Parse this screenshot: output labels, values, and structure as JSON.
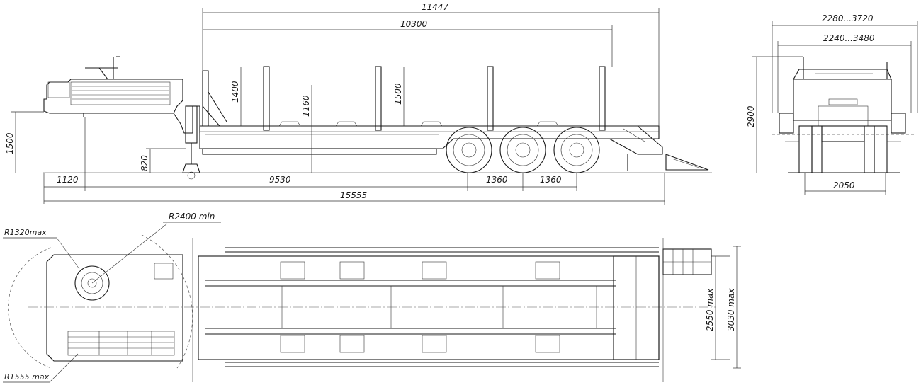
{
  "dimensions": {
    "overall_top": "11447",
    "deck_length": "10300",
    "deck_stake_height": "1400",
    "main_stake_height": "1160",
    "rear_stake_height": "1500",
    "front_height": "1500",
    "fifth_wheel_height": "820",
    "front_overhang": "1120",
    "kingpin_to_axle": "9530",
    "axle_spacing_1": "1360",
    "axle_spacing_2": "1360",
    "overall_length": "15555",
    "width_outer": "2280...3720",
    "width_inner": "2240...3480",
    "overall_height": "2900",
    "track_width": "2050",
    "turn_radius": "R2400 min",
    "front_radius": "R1320max",
    "rear_radius": "R1555 max",
    "width_max_inner": "2550 max",
    "width_max_outer": "3030 max"
  }
}
